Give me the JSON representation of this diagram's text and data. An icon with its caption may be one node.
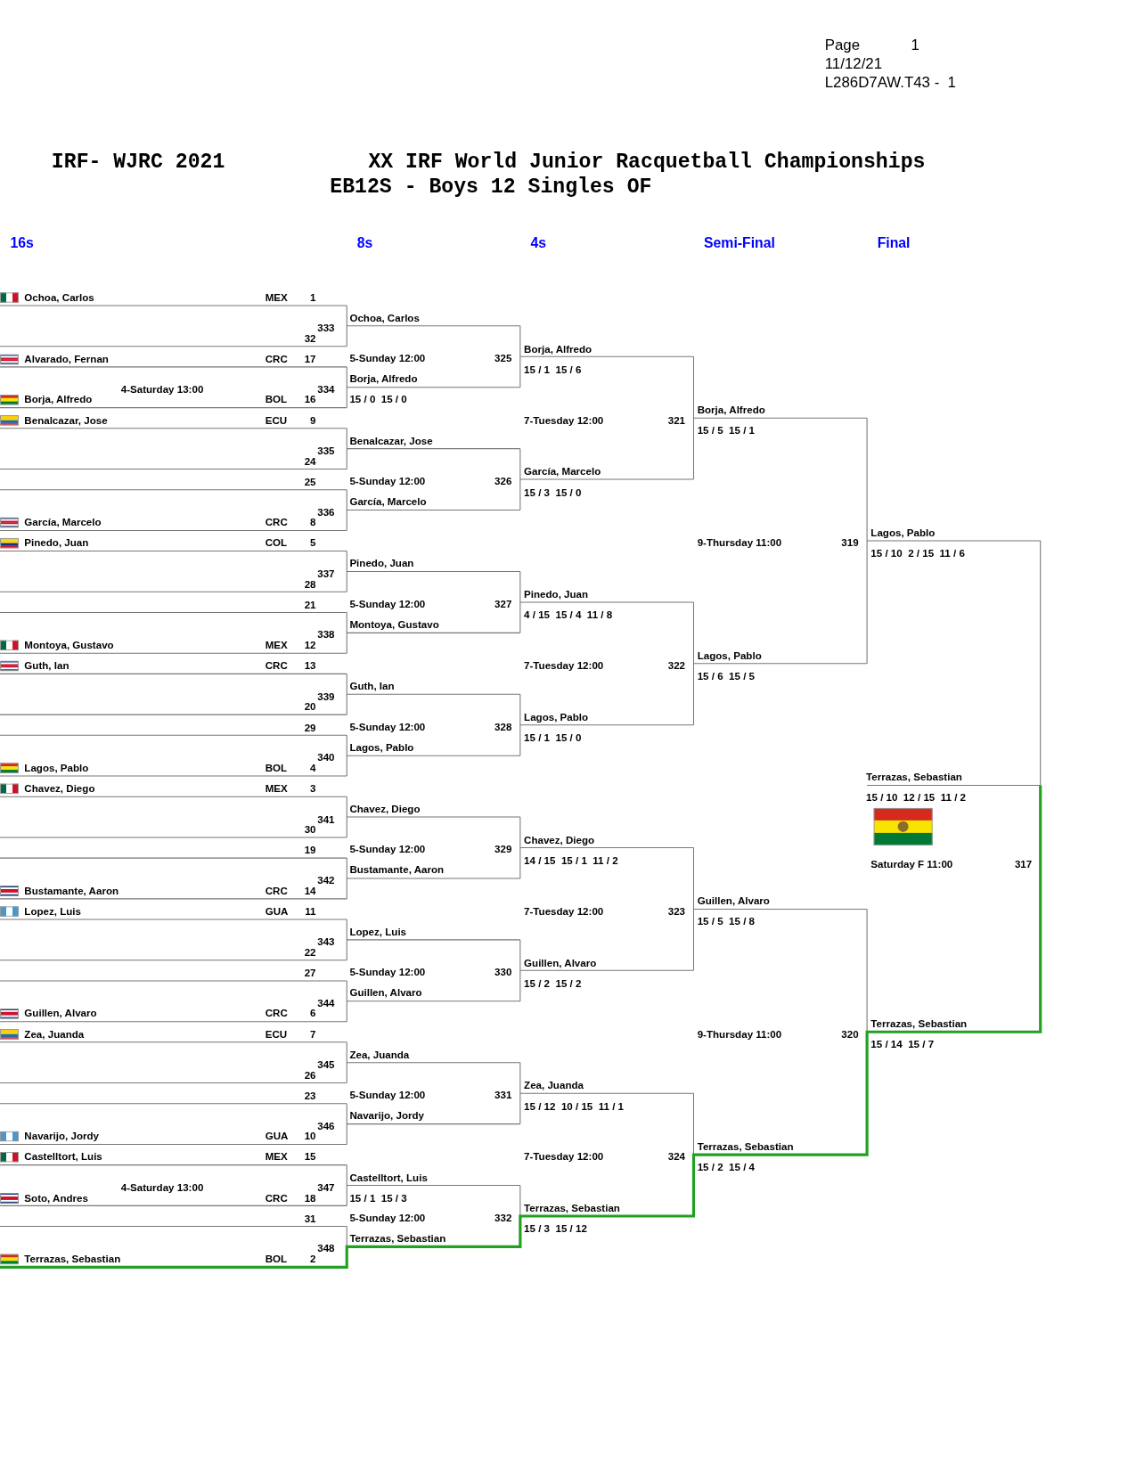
{
  "diagram": {
    "title": "XX IRF World Junior Racquetball Championships",
    "labels": [
      "Page",
      "1",
      "11/12/21",
      "L286D7AW.T43 -  1",
      "IRF- WJRC 2021",
      "EB12S - Boys 12 Singles OF",
      "16s",
      "8s",
      "4s",
      "Semi-Final",
      "Final",
      "Ochoa, Carlos",
      "MEX",
      "1",
      "333",
      "32",
      "Alvarado, Fernan",
      "CRC",
      "17",
      "4-Saturday 13:00",
      "334",
      "Borja, Alfredo",
      "BOL",
      "16",
      "Benalcazar, Jose",
      "ECU",
      "9",
      "335",
      "24",
      "25",
      "336",
      "García, Marcelo",
      "CRC",
      "8",
      "Pinedo, Juan",
      "COL",
      "5",
      "337",
      "28",
      "21",
      "338",
      "Montoya, Gustavo",
      "MEX",
      "12",
      "Guth, Ian",
      "CRC",
      "13",
      "339",
      "20",
      "29",
      "340",
      "Lagos, Pablo",
      "BOL",
      "4",
      "Chavez, Diego",
      "MEX",
      "3",
      "341",
      "30",
      "19",
      "342",
      "Bustamante, Aaron",
      "CRC",
      "14",
      "Lopez, Luis",
      "GUA",
      "11",
      "343",
      "22",
      "27",
      "344",
      "Guillen, Alvaro",
      "CRC",
      "6",
      "Zea, Juanda",
      "ECU",
      "7",
      "345",
      "26",
      "23",
      "346",
      "Navarijo, Jordy",
      "GUA",
      "10",
      "Castelltort, Luis",
      "MEX",
      "15",
      "4-Saturday 13:00",
      "347",
      "Soto, Andres",
      "CRC",
      "18",
      "31",
      "348",
      "Terrazas, Sebastian",
      "BOL",
      "2",
      "Ochoa, Carlos",
      "5-Sunday 12:00",
      "325",
      "Borja, Alfredo",
      "15 / 0  15 / 0",
      "Benalcazar, Jose",
      "5-Sunday 12:00",
      "326",
      "García, Marcelo",
      "Pinedo, Juan",
      "5-Sunday 12:00",
      "327",
      "Montoya, Gustavo",
      "Guth, Ian",
      "5-Sunday 12:00",
      "328",
      "Lagos, Pablo",
      "Chavez, Diego",
      "5-Sunday 12:00",
      "329",
      "Bustamante, Aaron",
      "Lopez, Luis",
      "5-Sunday 12:00",
      "330",
      "Guillen, Alvaro",
      "Zea, Juanda",
      "5-Sunday 12:00",
      "331",
      "Navarijo, Jordy",
      "Castelltort, Luis",
      "15 / 1  15 / 3",
      "5-Sunday 12:00",
      "332",
      "Terrazas, Sebastian",
      "Borja, Alfredo",
      "15 / 1  15 / 6",
      "7-Tuesday 12:00",
      "321",
      "García, Marcelo",
      "15 / 3  15 / 0",
      "Pinedo, Juan",
      "4 / 15  15 / 4  11 / 8",
      "7-Tuesday 12:00",
      "322",
      "Lagos, Pablo",
      "15 / 1  15 / 0",
      "Chavez, Diego",
      "14 / 15  15 / 1  11 / 2",
      "7-Tuesday 12:00",
      "323",
      "Guillen, Alvaro",
      "15 / 2  15 / 2",
      "Zea, Juanda",
      "15 / 12  10 / 15  11 / 1",
      "7-Tuesday 12:00",
      "324",
      "Terrazas, Sebastian",
      "15 / 3  15 / 12",
      "Borja, Alfredo",
      "15 / 5  15 / 1",
      "9-Thursday 11:00",
      "319",
      "Lagos, Pablo",
      "15 / 6  15 / 5",
      "Guillen, Alvaro",
      "15 / 5  15 / 8",
      "9-Thursday 11:00",
      "320",
      "Terrazas, Sebastian",
      "15 / 2  15 / 4",
      "Lagos, Pablo",
      "15 / 10  2 / 15  11 / 6",
      "Terrazas, Sebastian",
      "15 / 14  15 / 7",
      "Terrazas, Sebastian",
      "15 / 10  12 / 15  11 / 2",
      "Saturday F 11:00",
      "317"
    ]
  }
}
